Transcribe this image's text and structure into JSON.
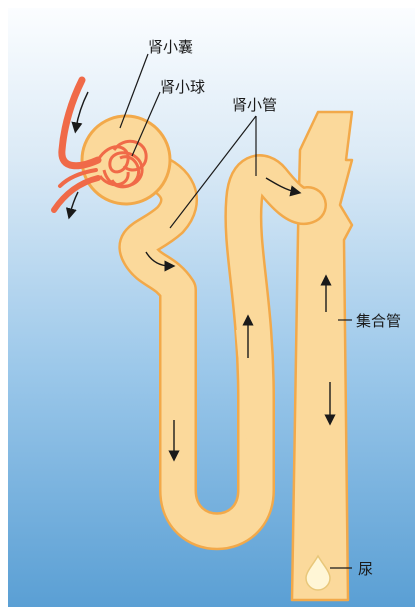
{
  "labels": {
    "capsule": "肾小囊",
    "glomerulus": "肾小球",
    "tubule": "肾小管",
    "collecting_duct": "集合管",
    "urine": "尿"
  },
  "colors": {
    "background_top": "#fbfdff",
    "background_bottom": "#5a9fd4",
    "tubule_fill": "#fbd99b",
    "tubule_outline": "#f2a94a",
    "vessel": "#f06a48",
    "arrow": "#1a1a1a",
    "label_text": "#1a1a1a"
  },
  "icons": [
    "arrow-icon",
    "urine-drop-icon"
  ]
}
